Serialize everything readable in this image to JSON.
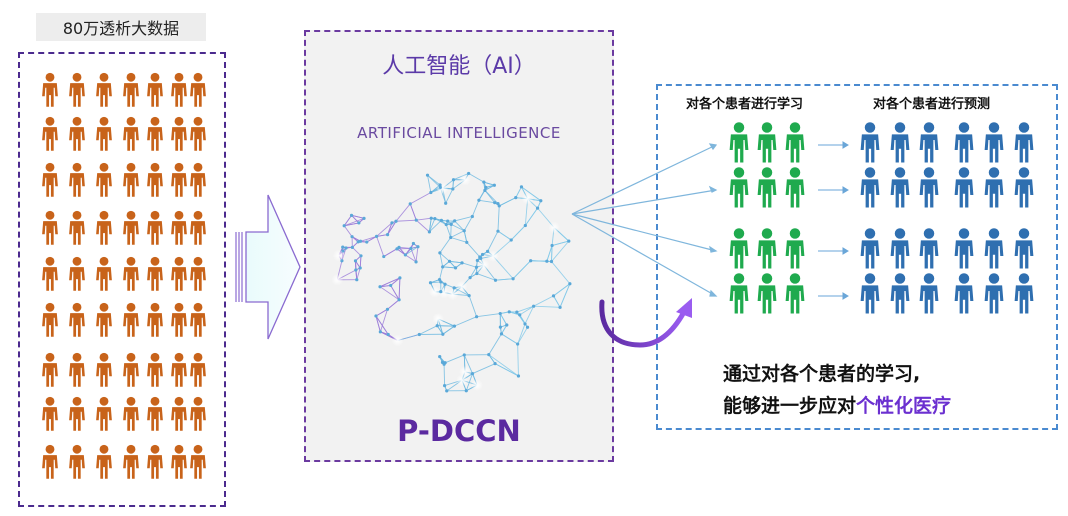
{
  "left": {
    "label": "80万透析大数据"
  },
  "center": {
    "title": "人工智能（AI）",
    "subtitle": "ARTIFICIAL INTELLIGENCE",
    "model": "P-DCCN"
  },
  "right": {
    "learn_heading": "对各个患者进行学习",
    "predict_heading": "对各个患者进行预测",
    "conclusion_line1": "通过对各个患者的学习,",
    "conclusion_line2_prefix": "能够进一步应对",
    "conclusion_line2_highlight": "个性化医疗"
  },
  "colors": {
    "population": "#c8631a",
    "learn": "#1faa4e",
    "predict": "#2f6fb0",
    "accent": "#6b30d0"
  },
  "icons": {
    "person": "person-icon",
    "brain": "brain-network-icon",
    "arrow_big": "right-arrow-icon",
    "arrow_curve": "curved-arrow-icon"
  }
}
